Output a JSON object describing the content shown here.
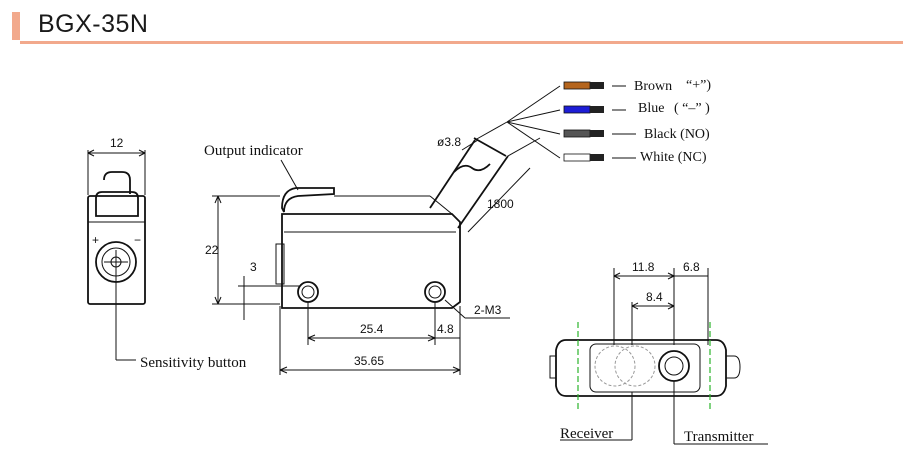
{
  "title": "BGX-35N",
  "labels": {
    "output_indicator": "Output indicator",
    "sensitivity_button": "Sensitivity button",
    "receiver": "Receiver",
    "transmitter": "Transmitter"
  },
  "wires": [
    {
      "label": "Brown",
      "suffix": "“+”)",
      "color": "#b5651d"
    },
    {
      "label": "Blue",
      "suffix": "( “–” )",
      "color": "#1d1dd6"
    },
    {
      "label": "Black (NO)",
      "suffix": "",
      "color": "#444444"
    },
    {
      "label": "White (NC)",
      "suffix": "",
      "color": "#ffffff"
    }
  ],
  "dimensions": {
    "width_front": "12",
    "height": "22",
    "hole_offset": "3",
    "hole_spacing": "25.4",
    "hole_edge": "4.8",
    "length": "35.65",
    "thread": "2-M3",
    "cable_dia": "ø3.8",
    "cable_len": "1800",
    "lens_a": "11.8",
    "lens_b": "6.8",
    "lens_c": "8.4"
  }
}
